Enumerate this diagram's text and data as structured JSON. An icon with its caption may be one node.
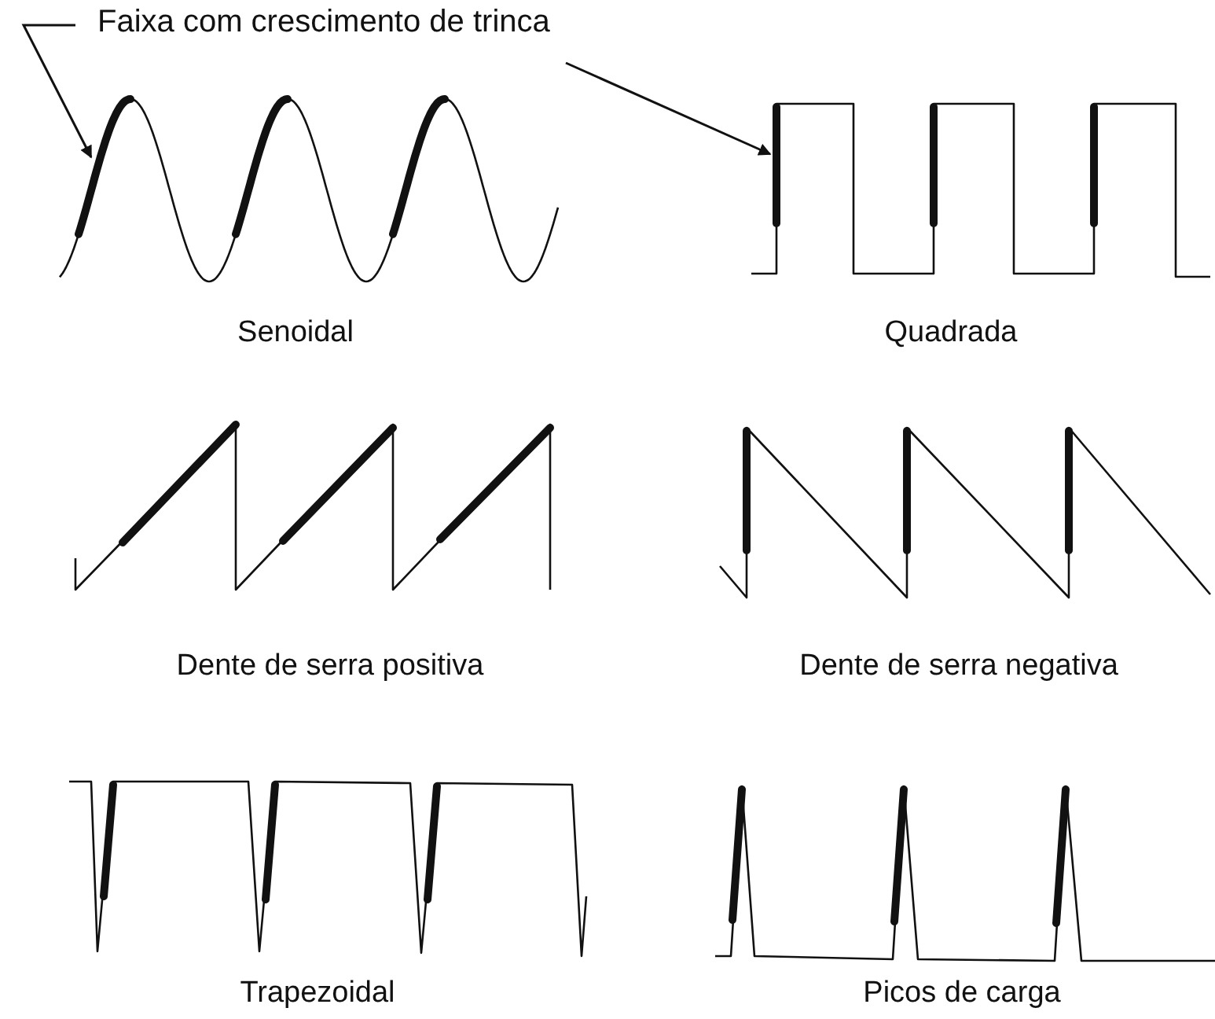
{
  "diagram": {
    "nodes": [
      {
        "text": [
          "Faixa com crescimento de trinca"
        ]
      },
      {
        "text": [],
        "shape": "bar"
      },
      {
        "text": [],
        "shape": "bar"
      }
    ],
    "edges": [
      {
        "from": 0,
        "to": 1,
        "arrow": "to"
      },
      {
        "from": 0,
        "to": 2,
        "arrow": "to"
      }
    ],
    "labels": [
      "Senoidal",
      "Quadrada",
      "Dente de serra positiva",
      "Dente de serra negativa",
      "Trapezoidal",
      "Picos de carga"
    ]
  }
}
